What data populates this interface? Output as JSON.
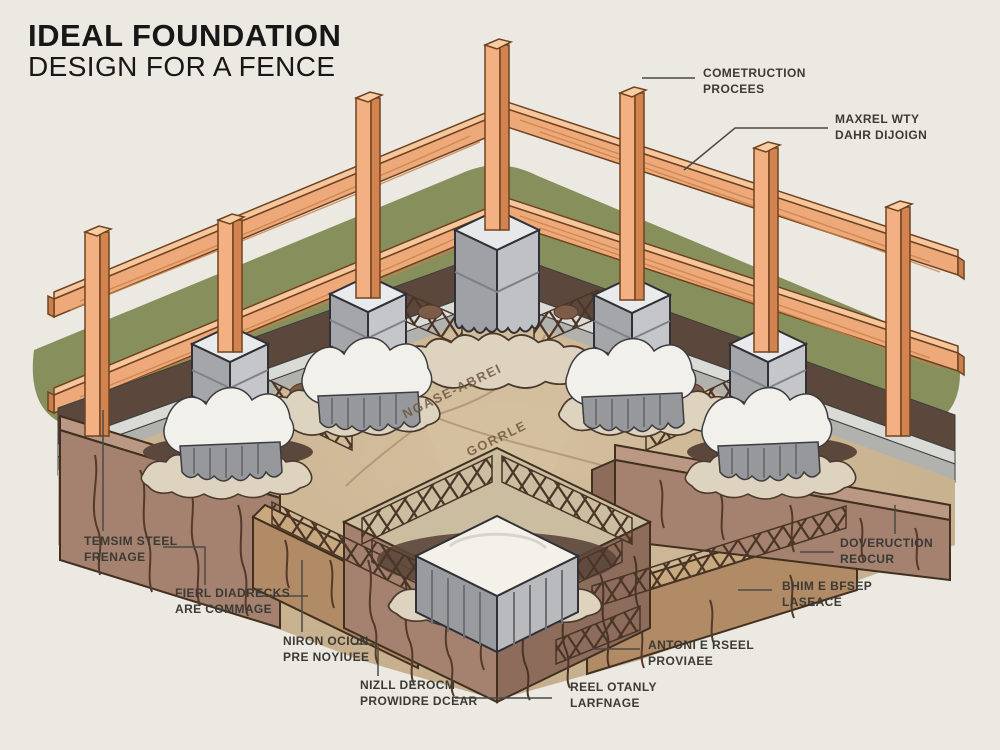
{
  "title": {
    "line1": "IDEAL FOUNDATION",
    "line2": "DESIGN FOR A FENCE"
  },
  "callouts": {
    "construction_process": {
      "line1": "COMETRUCTION",
      "line2": "PROCEES"
    },
    "material_design": {
      "line1": "MAXREL WTY",
      "line2": "DAHR DIJOIGN"
    },
    "tension_steel": {
      "line1": "TEMSIM STEEL",
      "line2": "FRENAGE"
    },
    "field_diadrecks": {
      "line1": "FIERL DIADRECKS",
      "line2": "ARE COMMAGE"
    },
    "niron_ocion": {
      "line1": "NIRON OCION",
      "line2": "PRE NOYIUEE"
    },
    "nizll_derocm": {
      "line1": "NIZLL DEROCM",
      "line2": "PROWIDRE DCEAR"
    },
    "reel_otanly": {
      "line1": "REEL OTANLY",
      "line2": "LARFNAGE"
    },
    "antoni_rseel": {
      "line1": "ANTONI E RSEEL",
      "line2": "PROVIAEE"
    },
    "bhim_bfsep": {
      "line1": "BHIM E BFSEP",
      "line2": "LASEACE"
    },
    "doveruction": {
      "line1": "DOVERUCTION",
      "line2": "REOCUR"
    }
  },
  "ground_labels": {
    "upper": "NGASE-ABREI",
    "lower": "GORRLE"
  },
  "colors": {
    "background": "#ebe9e2",
    "grass": "#87905c",
    "wood": "#efab79",
    "soil": "#a5816f",
    "concrete": "#c4c6c9",
    "gravel": "#ded3bf",
    "rebar": "#4a3526",
    "label_text": "#3b3a34"
  }
}
